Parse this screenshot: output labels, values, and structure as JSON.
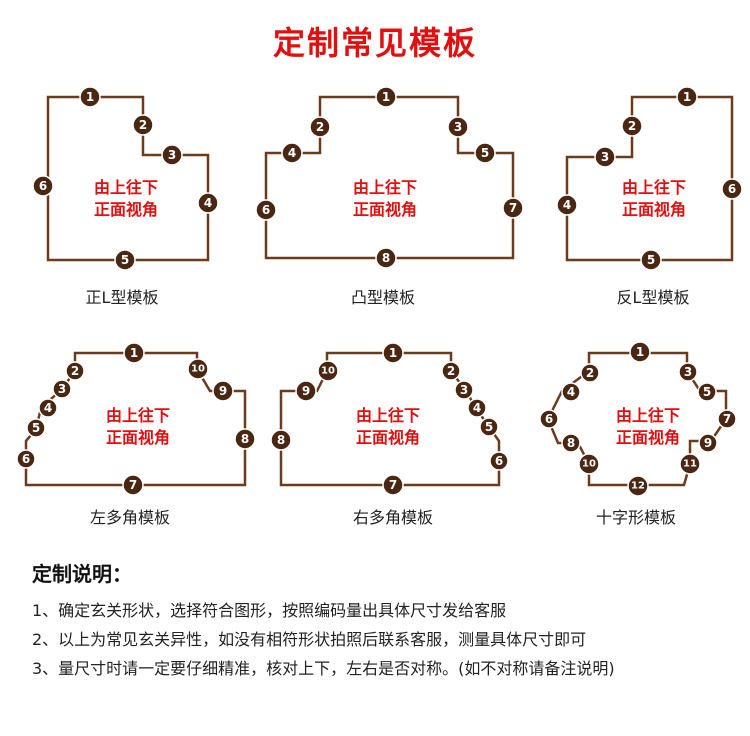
{
  "title": "定制常见模板",
  "inside_text": [
    "由上往下",
    "正面视角"
  ],
  "colors": {
    "title": "#e01010",
    "outline": "#6b3b1c",
    "badge": "#4a2712",
    "badge_text": "#ffffff"
  },
  "templates": [
    {
      "caption": "正L型模板",
      "labels": [
        "1",
        "2",
        "3",
        "4",
        "5",
        "6"
      ]
    },
    {
      "caption": "凸型模板",
      "labels": [
        "1",
        "2",
        "3",
        "4",
        "5",
        "6",
        "7",
        "8"
      ]
    },
    {
      "caption": "反L型模板",
      "labels": [
        "1",
        "2",
        "3",
        "4",
        "5",
        "6"
      ]
    },
    {
      "caption": "左多角模板",
      "labels": [
        "1",
        "2",
        "3",
        "4",
        "5",
        "6",
        "7",
        "8",
        "9",
        "10"
      ]
    },
    {
      "caption": "右多角模板",
      "labels": [
        "1",
        "2",
        "3",
        "4",
        "5",
        "6",
        "7",
        "8",
        "9",
        "10"
      ]
    },
    {
      "caption": "十字形模板",
      "labels": [
        "1",
        "2",
        "3",
        "4",
        "5",
        "6",
        "7",
        "8",
        "9",
        "10",
        "11",
        "12"
      ]
    }
  ],
  "notes": {
    "heading": "定制说明：",
    "items": [
      "1、确定玄关形状，选择符合图形，按照编码量出具体尺寸发给客服",
      "2、以上为常见玄关异性，如没有相符形状拍照后联系客服，测量具体尺寸即可",
      "3、量尺寸时请一定要仔细精准，核对上下，左右是否对称。(如不对称请备注说明)"
    ]
  }
}
